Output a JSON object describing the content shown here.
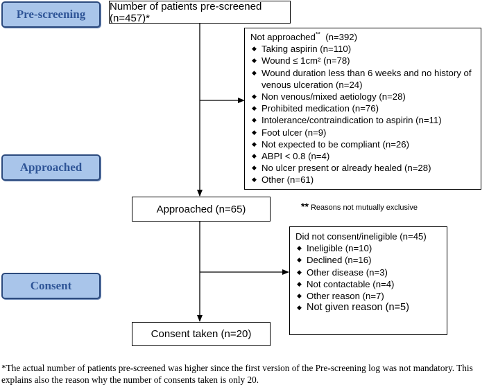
{
  "stages": {
    "prescreening": "Pre-screening",
    "approached": "Approached",
    "consent": "Consent"
  },
  "boxes": {
    "prescreened": "Number of patients pre-screened (n=457)*",
    "approached": "Approached (n=65)",
    "consent_taken": "Consent taken (n=20)"
  },
  "not_approached": {
    "title": "Not approached",
    "title_mark": "**",
    "count": "(n=392)",
    "items": [
      "Taking aspirin (n=110)",
      "Wound ≤ 1cm² (n=78)",
      "Wound duration less than 6 weeks and no history of venous ulceration  (n=24)",
      "Non venous/mixed aetiology (n=28)",
      "Prohibited medication (n=76)",
      "Intolerance/contraindication to aspirin (n=11)",
      "Foot ulcer (n=9)",
      "Not expected to be compliant (n=26)",
      "ABPI < 0.8 (n=4)",
      "No ulcer present or already healed (n=28)",
      "Other (n=61)"
    ]
  },
  "note": {
    "mark": "**",
    "text": "Reasons not mutually  exclusive"
  },
  "did_not_consent": {
    "title": "Did not consent/ineligible (n=45)",
    "items": [
      "Ineligible (n=10)",
      "Declined (n=16)",
      "Other disease (n=3)",
      "Not contactable (n=4)",
      "Other reason (n=7)",
      "Not given reason (n=5)"
    ]
  },
  "footnote": "*The actual number of patients pre-screened was higher since the first version of the Pre-screening log was not mandatory. This explains also the reason why the number of consents taken is only 20."
}
